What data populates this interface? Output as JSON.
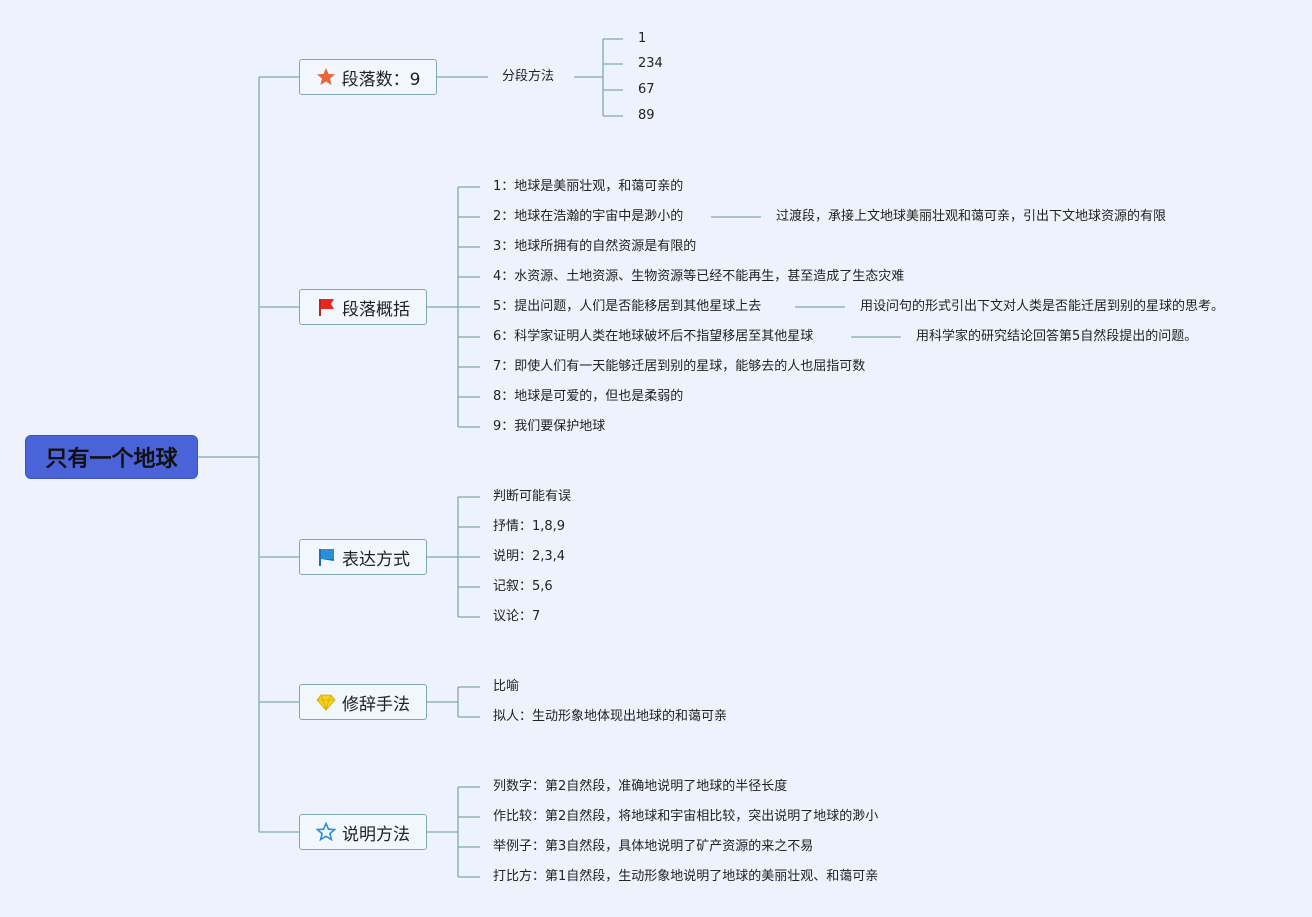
{
  "root": {
    "title": "只有一个地球"
  },
  "branches": [
    {
      "label": "段落数：9",
      "icon": "star-orange-icon",
      "children": [
        {
          "text": "分段方法",
          "children": [
            "1",
            "234",
            "67",
            "89"
          ]
        }
      ]
    },
    {
      "label": "段落概括",
      "icon": "red-flag-icon",
      "children": [
        {
          "text": "1：地球是美丽壮观，和蔼可亲的"
        },
        {
          "text": "2：地球在浩瀚的宇宙中是渺小的",
          "note": "过渡段，承接上文地球美丽壮观和蔼可亲，引出下文地球资源的有限"
        },
        {
          "text": "3：地球所拥有的自然资源是有限的"
        },
        {
          "text": "4：水资源、土地资源、生物资源等已经不能再生，甚至造成了生态灾难"
        },
        {
          "text": "5：提出问题，人们是否能移居到其他星球上去",
          "note": "用设问句的形式引出下文对人类是否能迁居到别的星球的思考。"
        },
        {
          "text": "6：科学家证明人类在地球破坏后不指望移居至其他星球",
          "note": "用科学家的研究结论回答第5自然段提出的问题。"
        },
        {
          "text": "7：即使人们有一天能够迁居到别的星球，能够去的人也屈指可数"
        },
        {
          "text": "8：地球是可爱的，但也是柔弱的"
        },
        {
          "text": "9：我们要保护地球"
        }
      ]
    },
    {
      "label": "表达方式",
      "icon": "blue-flag-icon",
      "children": [
        {
          "text": "判断可能有误"
        },
        {
          "text": "抒情：1,8,9"
        },
        {
          "text": "说明：2,3,4"
        },
        {
          "text": "记叙：5,6"
        },
        {
          "text": "议论：7"
        }
      ]
    },
    {
      "label": "修辞手法",
      "icon": "gem-icon",
      "children": [
        {
          "text": "比喻"
        },
        {
          "text": "拟人：生动形象地体现出地球的和蔼可亲"
        }
      ]
    },
    {
      "label": "说明方法",
      "icon": "star-outline-icon",
      "children": [
        {
          "text": "列数字：第2自然段，准确地说明了地球的半径长度"
        },
        {
          "text": "作比较：第2自然段，将地球和宇宙相比较，突出说明了地球的渺小"
        },
        {
          "text": "举例子：第3自然段，具体地说明了矿产资源的来之不易"
        },
        {
          "text": "打比方：第1自然段，生动形象地说明了地球的美丽壮观、和蔼可亲"
        }
      ]
    }
  ],
  "colors": {
    "root_fill": "#4a63d8",
    "connector": "#7fa9b0",
    "background": "#eef2fc"
  }
}
